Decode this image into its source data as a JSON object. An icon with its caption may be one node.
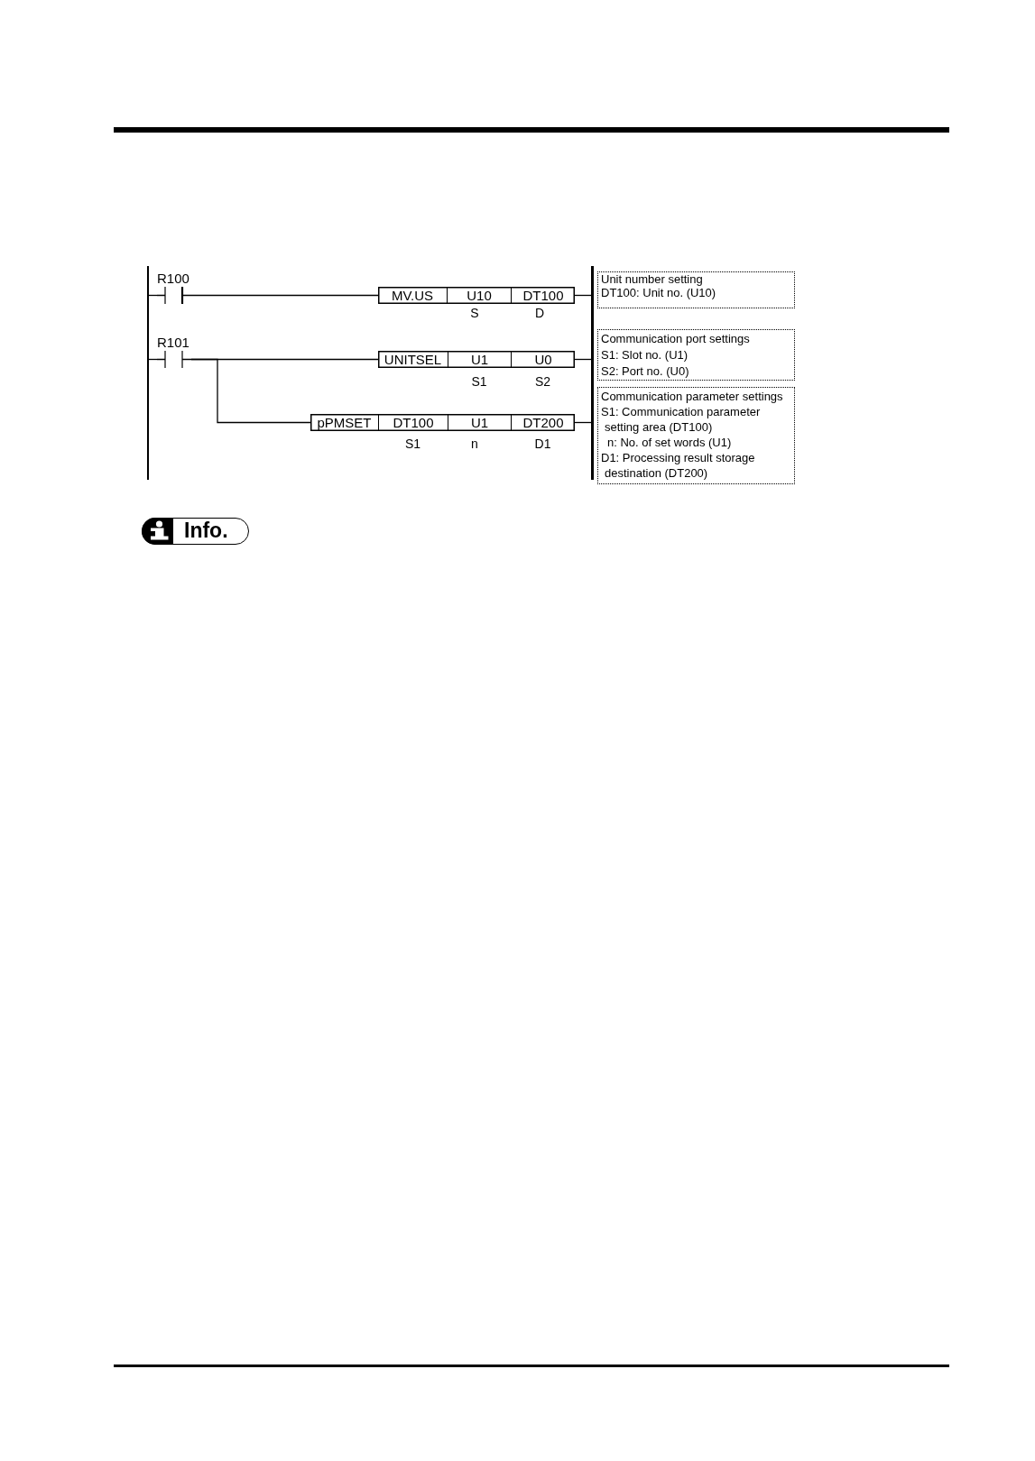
{
  "diagram": {
    "nodes": [
      {
        "text": [],
        "shape": "bar"
      },
      {
        "text": [
          "R100"
        ]
      },
      {
        "text": [],
        "shape": "box"
      },
      {
        "text": [
          "MV.US"
        ],
        "in": 2
      },
      {
        "text": [
          "U10"
        ],
        "in": 2,
        "beside": [
          "S"
        ]
      },
      {
        "text": [
          "DT100"
        ],
        "in": 2,
        "beside": [
          "D"
        ]
      },
      {
        "text": [],
        "shape": "bar"
      },
      {
        "text": [
          "Unit number setting",
          "DT100: Unit no. (U10)"
        ]
      },
      {
        "text": [
          "R101"
        ]
      },
      {
        "text": [],
        "shape": "box"
      },
      {
        "text": [
          "UNITSEL"
        ],
        "in": 9
      },
      {
        "text": [
          "U1"
        ],
        "in": 9,
        "beside": [
          "S1"
        ]
      },
      {
        "text": [
          "U0"
        ],
        "in": 9,
        "beside": [
          "S2"
        ]
      },
      {
        "text": [
          "Communication port settings",
          "S1: Slot no. (U1)",
          "S2: Port no. (U0)"
        ]
      },
      {
        "text": [],
        "shape": "box"
      },
      {
        "text": [
          "pPMSET"
        ],
        "in": 14
      },
      {
        "text": [
          "DT100"
        ],
        "in": 14,
        "beside": [
          "S1"
        ]
      },
      {
        "text": [
          "U1"
        ],
        "in": 14,
        "beside": [
          "n"
        ]
      },
      {
        "text": [
          "DT200"
        ],
        "in": 14,
        "beside": [
          "D1"
        ]
      },
      {
        "text": [
          "Communication parameter settings",
          "S1: Communication parameter setting area (DT100)",
          "n: No. of set words (U1)",
          "D1: Processing result storage destination (DT200)"
        ]
      }
    ],
    "edges": [
      {
        "from": 0,
        "to": 1,
        "arrow": "none"
      },
      {
        "from": 1,
        "to": 2,
        "arrow": "none"
      },
      {
        "from": 2,
        "to": 6,
        "arrow": "none"
      },
      {
        "from": 0,
        "to": 8,
        "arrow": "none"
      },
      {
        "from": 8,
        "to": 9,
        "arrow": "none"
      },
      {
        "from": 9,
        "to": 6,
        "arrow": "none"
      },
      {
        "from": 8,
        "to": 14,
        "arrow": "none"
      },
      {
        "from": 14,
        "to": 6,
        "arrow": "none"
      }
    ],
    "labels": [
      "Info."
    ]
  }
}
